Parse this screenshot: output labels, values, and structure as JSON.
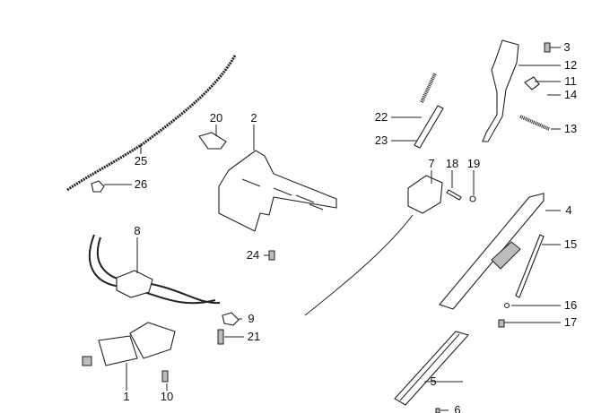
{
  "diagram": {
    "title": "Window regulator parts diagram",
    "labels": {
      "p1": "1",
      "p2": "2",
      "p3": "3",
      "p4": "4",
      "p5": "5",
      "p6": "6",
      "p7": "7",
      "p8": "8",
      "p9": "9",
      "p10": "10",
      "p11": "11",
      "p12": "12",
      "p13": "13",
      "p14": "14",
      "p15": "15",
      "p16": "16",
      "p17": "17",
      "p18": "18",
      "p19": "19",
      "p20": "20",
      "p21": "21",
      "p22": "22",
      "p23": "23",
      "p24": "24",
      "p25": "25",
      "p26": "26"
    }
  }
}
